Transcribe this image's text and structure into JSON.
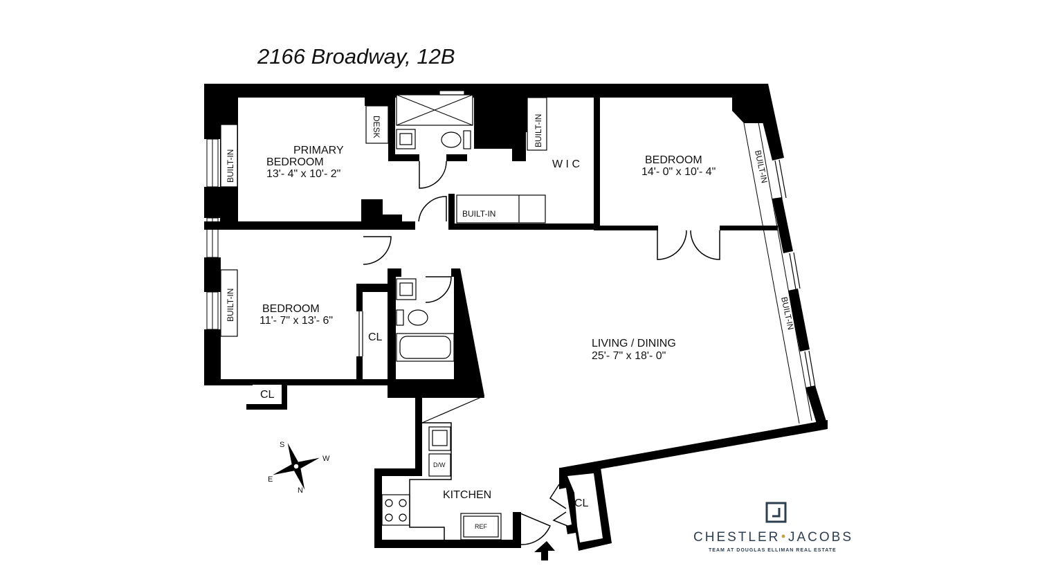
{
  "title": "2166 Broadway, 12B",
  "rooms": {
    "primary_bedroom": {
      "name_line1": "PRIMARY",
      "name_line2": "BEDROOM",
      "dims": "13'- 4\" x 10'- 2\""
    },
    "bedroom_east": {
      "name": "BEDROOM",
      "dims": "14'- 0\" x 10'- 4\""
    },
    "bedroom_west": {
      "name": "BEDROOM",
      "dims": "11'- 7\" x 13'- 6\""
    },
    "living_dining": {
      "name": "LIVING / DINING",
      "dims": "25'- 7\" x 18'- 0\""
    },
    "kitchen": {
      "name": "KITCHEN"
    },
    "wic": {
      "name": "W I C"
    }
  },
  "labels": {
    "desk": "DESK",
    "built_in": "BUILT-IN",
    "closet": "CL",
    "dishwasher": "D/W",
    "refrigerator": "REF"
  },
  "compass": {
    "north": "N",
    "south": "S",
    "east": "E",
    "west": "W"
  },
  "brand": {
    "name_left": "CHESTLER",
    "name_right": "JACOBS",
    "tagline": "TEAM AT DOUGLAS ELLIMAN REAL ESTATE",
    "primary_color": "#2c3e50",
    "accent_color": "#c8a24a"
  }
}
